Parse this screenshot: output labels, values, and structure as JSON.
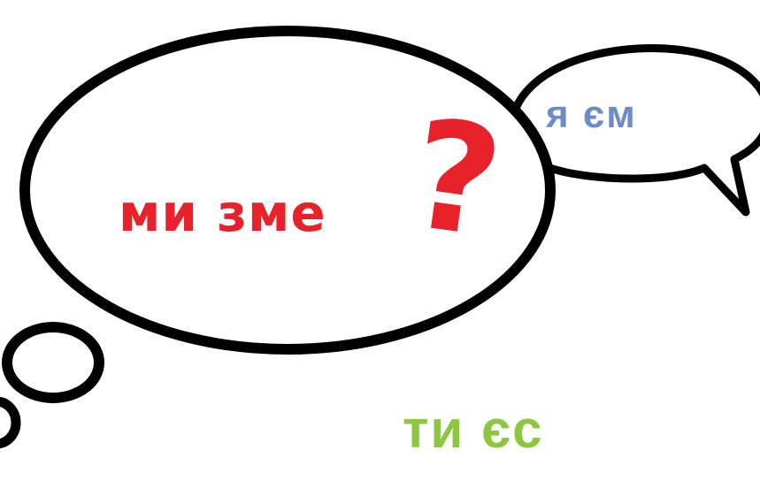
{
  "thought_bubble": {
    "text": "ми зме",
    "question_mark": "?",
    "color": "#e8222a"
  },
  "speech_bubble": {
    "text": "я єм",
    "color": "#6b8cc7"
  },
  "bottom_label": {
    "text": "ти єс",
    "color": "#8dc63f"
  },
  "outline_color": "#000000"
}
